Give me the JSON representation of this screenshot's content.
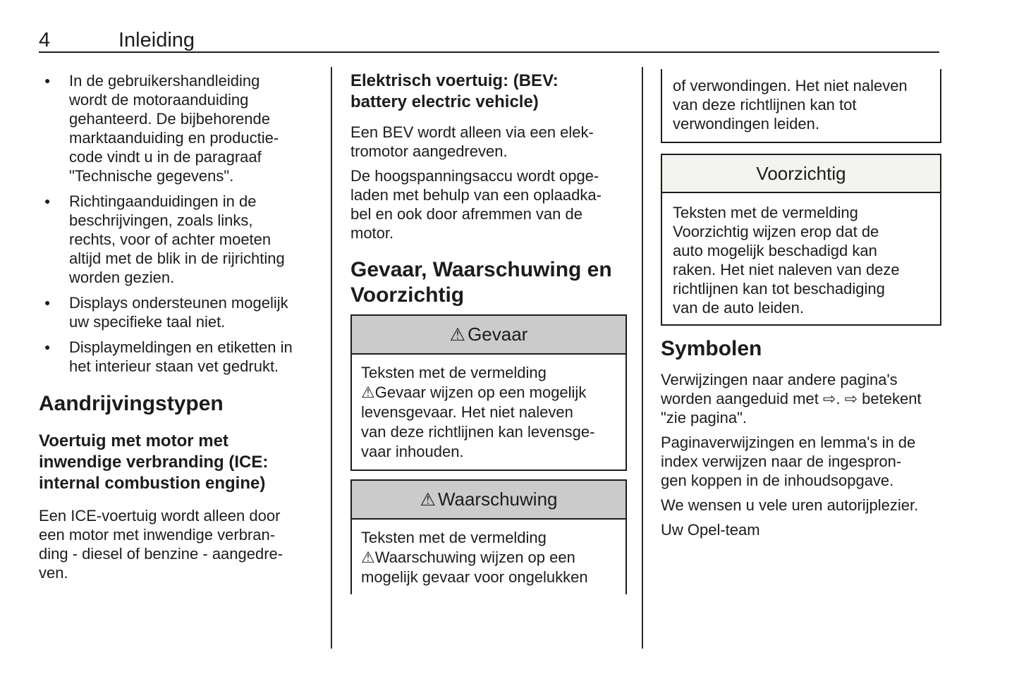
{
  "header": {
    "page_number": "4",
    "chapter_title": "Inleiding"
  },
  "glyphs": {
    "bullet": "●",
    "warning_triangle": "⚠",
    "page_ref_arrow": "⇨"
  },
  "colors": {
    "text": "#1c1c1c",
    "box_border": "#1c1c1c",
    "warning_header_bg": "#cbcbcb",
    "caution_header_bg": "#f3f3ef"
  },
  "column1": {
    "bullets": [
      {
        "lines": [
          "In de gebruikershandleiding",
          "wordt de motoraanduiding",
          "gehanteerd. De bijbehorende",
          "marktaanduiding en productie-",
          "code vindt u in de paragraaf",
          "\"Technische gegevens\"."
        ]
      },
      {
        "lines": [
          "Richtingaanduidingen in de",
          "beschrijvingen, zoals links,",
          "rechts, voor of achter moeten",
          "altijd met de blik in de rijrichting",
          "worden gezien."
        ]
      },
      {
        "lines": [
          "Displays ondersteunen mogelijk",
          "uw specifieke taal niet."
        ]
      },
      {
        "lines": [
          "Displaymeldingen en etiketten in",
          "het interieur staan vet gedrukt."
        ]
      }
    ],
    "section_heading": "Aandrijvingstypen",
    "sub_heading_lines": [
      "Voertuig met motor met",
      "inwendige verbranding (ICE:",
      "internal combustion engine)"
    ],
    "paragraph_lines": [
      "Een ICE-voertuig wordt alleen door",
      "een motor met inwendige verbran-",
      "ding - diesel of benzine - aangedre-",
      "ven."
    ]
  },
  "column2": {
    "heading_lines": [
      "Elektrisch voertuig: (BEV:",
      "battery electric vehicle)"
    ],
    "para1_lines": [
      "Een BEV wordt alleen via een elek-",
      "tromotor aangedreven."
    ],
    "para2_lines": [
      "De hoogspanningsaccu wordt opge-",
      "laden met behulp van een oplaadka-",
      "bel en ook door afremmen van de",
      "motor."
    ],
    "section_heading_lines": [
      "Gevaar, Waarschuwing en",
      "Voorzichtig"
    ],
    "danger_box": {
      "title": "Gevaar",
      "body_lines": [
        "Teksten met de vermelding",
        "⚠Gevaar wijzen op een mogelijk",
        "levensgevaar. Het niet naleven",
        "van deze richtlijnen kan levensge-",
        "vaar inhouden."
      ]
    },
    "warning_box": {
      "title": "Waarschuwing",
      "body_lines": [
        "Teksten met de vermelding",
        "⚠Waarschuwing wijzen op een",
        "mogelijk gevaar voor ongelukken"
      ]
    }
  },
  "column3": {
    "warning_continuation_lines": [
      "of verwondingen. Het niet naleven",
      "van deze richtlijnen kan tot",
      "verwondingen leiden."
    ],
    "caution_box": {
      "title": "Voorzichtig",
      "body_lines": [
        "Teksten met de vermelding",
        "Voorzichtig wijzen erop dat de",
        "auto mogelijk beschadigd kan",
        "raken. Het niet naleven van deze",
        "richtlijnen kan tot beschadiging",
        "van de auto leiden."
      ]
    },
    "section_heading": "Symbolen",
    "para1_lines": [
      "Verwijzingen naar andere pagina's",
      "worden aangeduid met ⇨. ⇨ betekent",
      "\"zie pagina\"."
    ],
    "para2_lines": [
      "Paginaverwijzingen en lemma's in de",
      "index verwijzen naar de ingespron-",
      "gen koppen in de inhoudsopgave."
    ],
    "para3": "We wensen u vele uren autorijplezier.",
    "para4": "Uw Opel-team"
  }
}
